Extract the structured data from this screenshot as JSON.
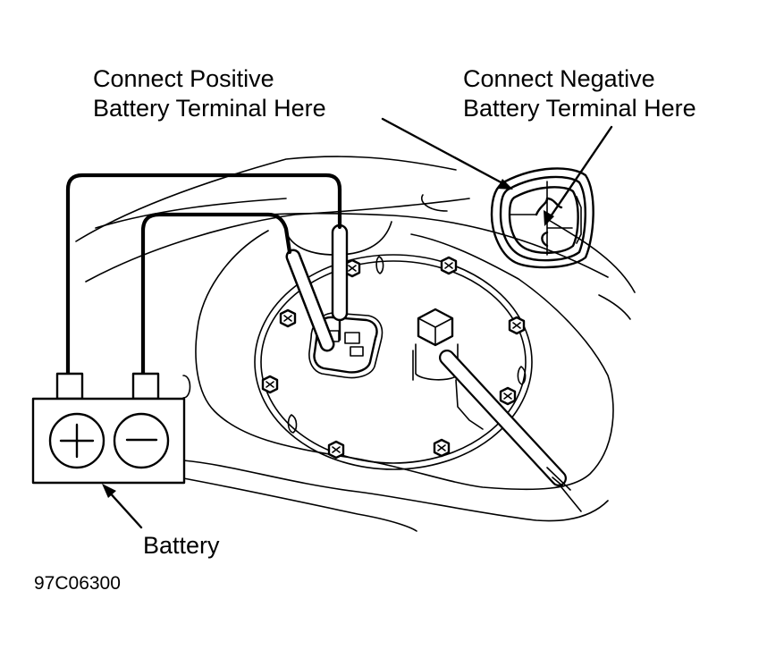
{
  "diagram": {
    "title": "Fuel pump direct battery connection",
    "callouts": {
      "positive": {
        "line1": "Connect Positive",
        "line2": "Battery Terminal Here"
      },
      "negative": {
        "line1": "Connect Negative",
        "line2": "Battery Terminal Here"
      },
      "battery": "Battery"
    },
    "battery_symbols": {
      "positive": "+",
      "negative": "−"
    },
    "figure_id": "97C06300",
    "colors": {
      "line": "#000000",
      "background": "#ffffff"
    }
  }
}
